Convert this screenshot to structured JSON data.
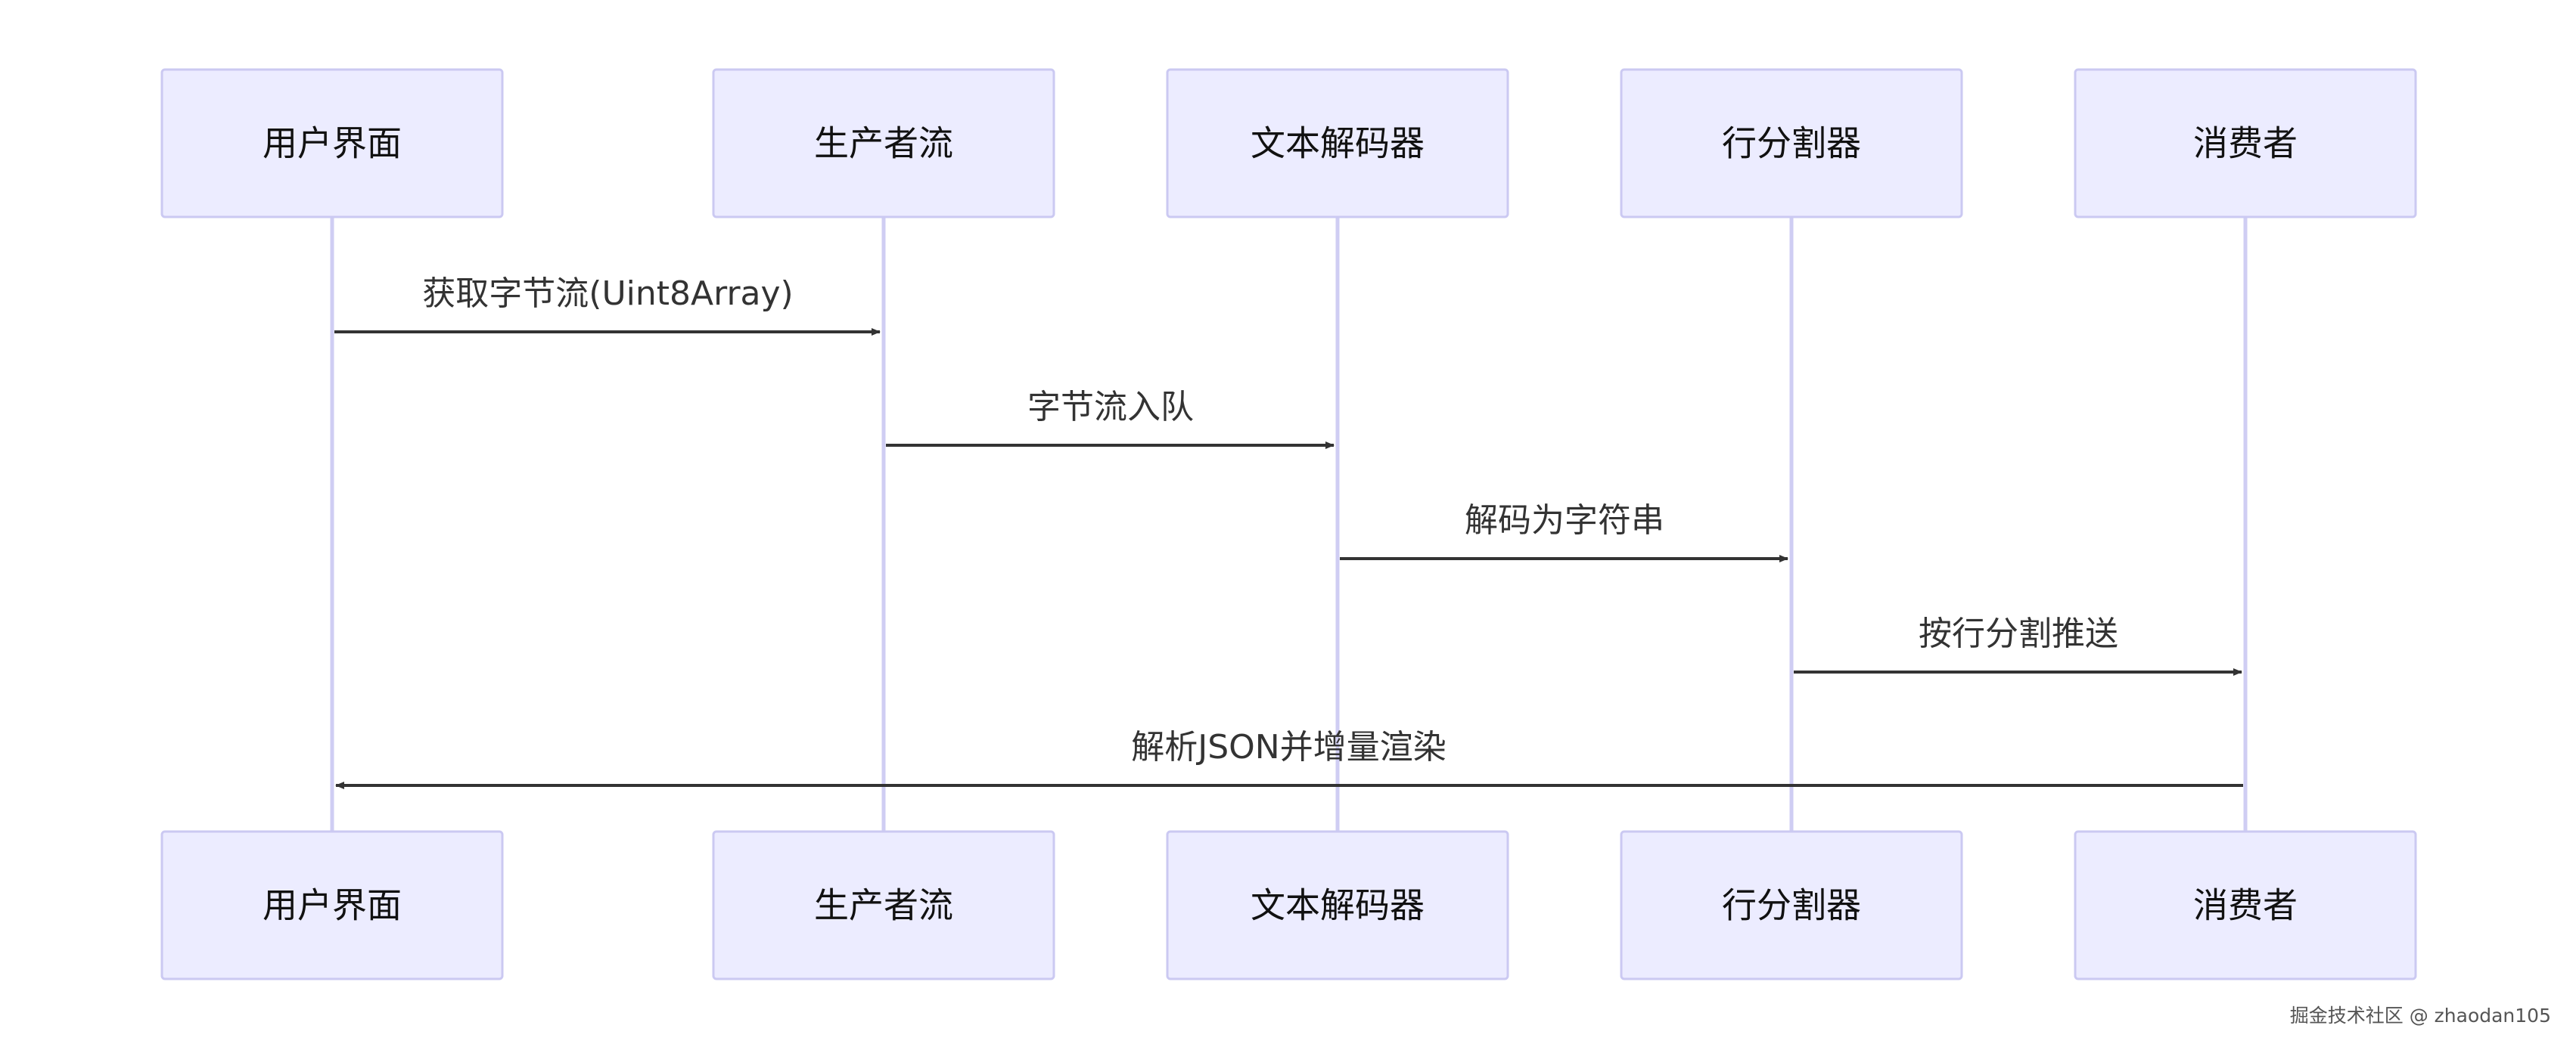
{
  "diagram": {
    "actors": [
      {
        "id": "ui",
        "label": "用户界面"
      },
      {
        "id": "producer",
        "label": "生产者流"
      },
      {
        "id": "decoder",
        "label": "文本解码器"
      },
      {
        "id": "splitter",
        "label": "行分割器"
      },
      {
        "id": "consumer",
        "label": "消费者"
      }
    ],
    "messages": [
      {
        "from": 0,
        "to": 1,
        "label": "获取字节流(Uint8Array)"
      },
      {
        "from": 1,
        "to": 2,
        "label": "字节流入队"
      },
      {
        "from": 2,
        "to": 3,
        "label": "解码为字符串"
      },
      {
        "from": 3,
        "to": 4,
        "label": "按行分割推送"
      },
      {
        "from": 4,
        "to": 0,
        "label": "解析JSON并增量渲染"
      }
    ],
    "colors": {
      "actor_fill": "#ececff",
      "actor_border": "#cbc9f2",
      "lifeline": "#cfcdf3",
      "arrow": "#333333"
    }
  },
  "watermark": "掘金技术社区 @ zhaodan105"
}
